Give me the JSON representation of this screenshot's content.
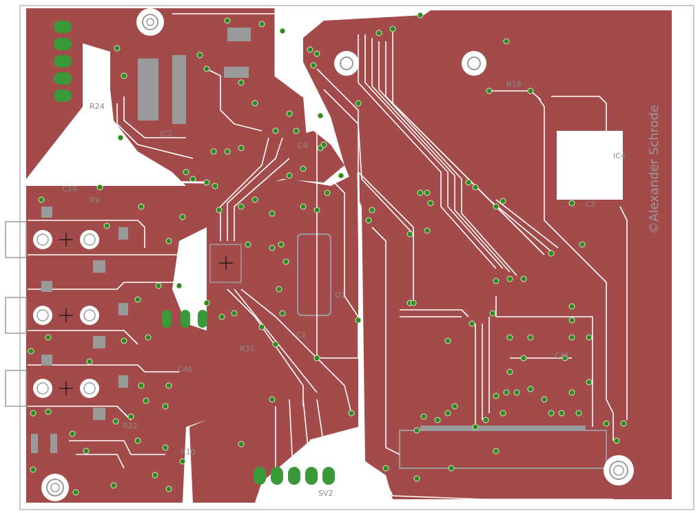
{
  "board": {
    "copper_color": "#a34a4a",
    "trace_color": "#ffffff",
    "via_color": "#2e8b1e",
    "pad_color": "#3a9a3a",
    "silk_color": "#8a8a8a",
    "credit": "©Alexander Schrode"
  },
  "labels": {
    "R24": "R24",
    "R18": "R18",
    "C14": "C14",
    "C4": "C4",
    "R9": "R9",
    "R22": "R22",
    "R10": "R10",
    "R31": "R31",
    "C40": "C40",
    "C41": "C41",
    "SV2": "SV2",
    "IC4": "IC4",
    "Q1": "Q1",
    "IC2": "IC2",
    "C5": "C5",
    "C1": "C1"
  }
}
